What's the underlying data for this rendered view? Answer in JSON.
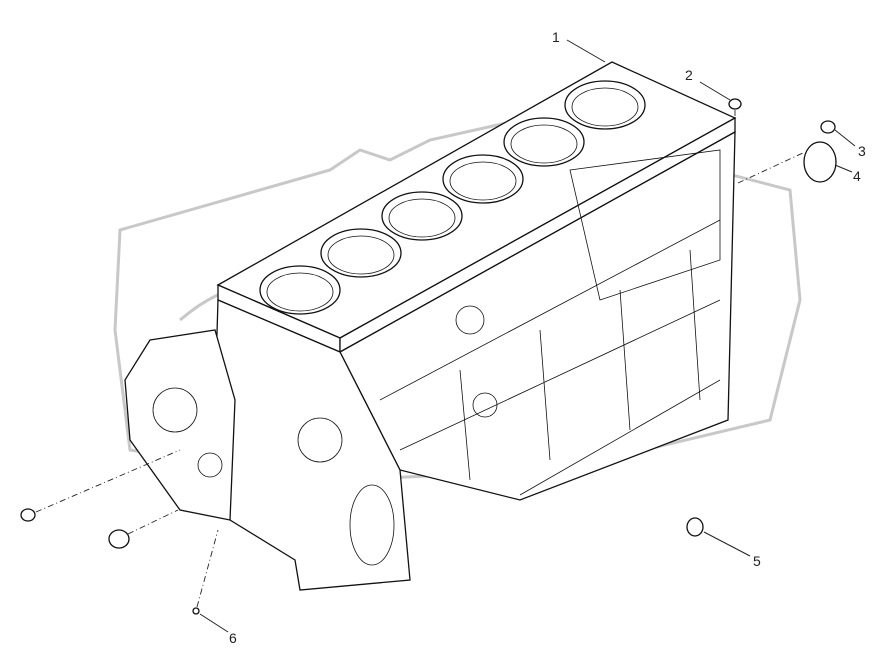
{
  "diagram": {
    "callouts": [
      {
        "id": "1",
        "label": "1"
      },
      {
        "id": "2",
        "label": "2"
      },
      {
        "id": "3",
        "label": "3"
      },
      {
        "id": "4",
        "label": "4"
      },
      {
        "id": "5",
        "label": "5"
      },
      {
        "id": "6",
        "label": "6"
      }
    ],
    "cylinder_count": 6,
    "colors": {
      "line": "#111111",
      "watermark": "#c8c8c8",
      "background": "#ffffff"
    }
  }
}
